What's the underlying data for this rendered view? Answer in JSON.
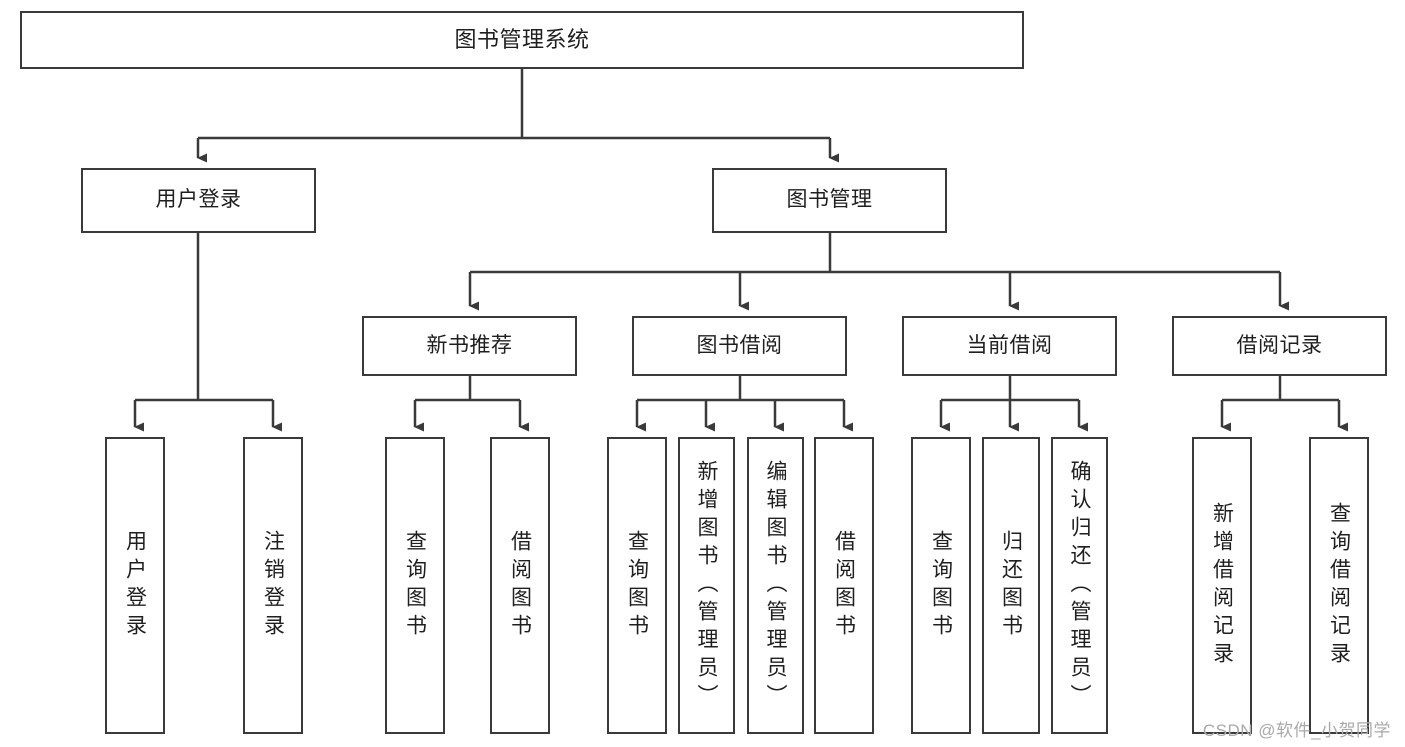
{
  "diagram": {
    "type": "tree-hierarchy-chart",
    "title": "图书管理系统",
    "style": {
      "box_stroke": "#3a3a3a",
      "box_fill": "#ffffff",
      "line_color": "#3a3a3a",
      "background": "#ffffff",
      "text_color": "#1f1f1f"
    },
    "levels": [
      {
        "level": 1,
        "nodes": [
          {
            "id": "root",
            "label": "图书管理系统",
            "orientation": "horizontal"
          }
        ]
      },
      {
        "level": 2,
        "nodes": [
          {
            "id": "login",
            "label": "用户登录",
            "orientation": "horizontal",
            "parent": "root"
          },
          {
            "id": "bookmgmt",
            "label": "图书管理",
            "orientation": "horizontal",
            "parent": "root"
          }
        ]
      },
      {
        "level": 3,
        "nodes": [
          {
            "id": "newbook",
            "label": "新书推荐",
            "orientation": "horizontal",
            "parent": "bookmgmt"
          },
          {
            "id": "borrow",
            "label": "图书借阅",
            "orientation": "horizontal",
            "parent": "bookmgmt"
          },
          {
            "id": "current",
            "label": "当前借阅",
            "orientation": "horizontal",
            "parent": "bookmgmt"
          },
          {
            "id": "records",
            "label": "借阅记录",
            "orientation": "horizontal",
            "parent": "bookmgmt"
          }
        ]
      },
      {
        "level": 4,
        "nodes": [
          {
            "id": "leaf1",
            "label": "用户登录",
            "orientation": "vertical",
            "parent": "login"
          },
          {
            "id": "leaf2",
            "label": "注销登录",
            "orientation": "vertical",
            "parent": "login"
          },
          {
            "id": "leaf3",
            "label": "查询图书",
            "orientation": "vertical",
            "parent": "newbook"
          },
          {
            "id": "leaf4",
            "label": "借阅图书",
            "orientation": "vertical",
            "parent": "newbook"
          },
          {
            "id": "leaf5",
            "label": "查询图书",
            "orientation": "vertical",
            "parent": "borrow"
          },
          {
            "id": "leaf6",
            "label": "新增图书（管理员）",
            "orientation": "vertical",
            "parent": "borrow"
          },
          {
            "id": "leaf7",
            "label": "编辑图书（管理员）",
            "orientation": "vertical",
            "parent": "borrow"
          },
          {
            "id": "leaf8",
            "label": "借阅图书",
            "orientation": "vertical",
            "parent": "borrow"
          },
          {
            "id": "leaf9",
            "label": "查询图书",
            "orientation": "vertical",
            "parent": "current"
          },
          {
            "id": "leaf10",
            "label": "归还图书",
            "orientation": "vertical",
            "parent": "current"
          },
          {
            "id": "leaf11",
            "label": "确认归还（管理员）",
            "orientation": "vertical",
            "parent": "current"
          },
          {
            "id": "leaf12",
            "label": "新增借阅记录",
            "orientation": "vertical",
            "parent": "records"
          },
          {
            "id": "leaf13",
            "label": "查询借阅记录",
            "orientation": "vertical",
            "parent": "records"
          }
        ]
      }
    ]
  },
  "watermark": {
    "text": "CSDN @软件_小贺同学"
  }
}
